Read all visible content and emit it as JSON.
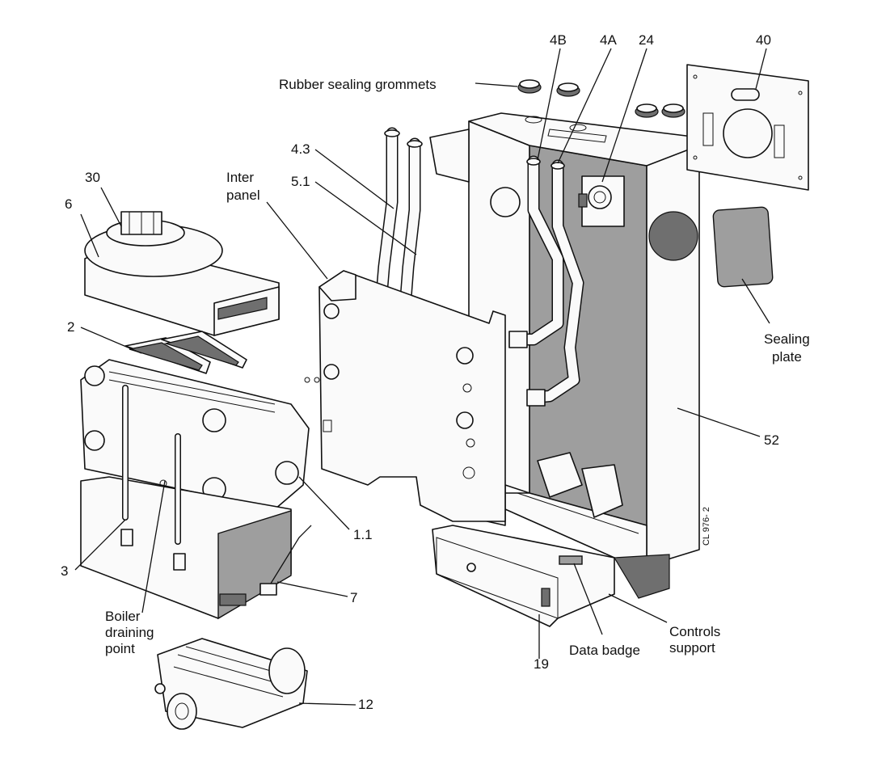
{
  "callouts": {
    "rubber_grommets": "Rubber sealing grommets",
    "c4B": "4B",
    "c4A": "4A",
    "c24": "24",
    "c40": "40",
    "c4_3": "4.3",
    "c5_1": "5.1",
    "inter_panel_line1": "Inter",
    "inter_panel_line2": "panel",
    "c30": "30",
    "c6": "6",
    "c2": "2",
    "sealing_plate_line1": "Sealing",
    "sealing_plate_line2": "plate",
    "c52": "52",
    "c1_1": "1.1",
    "c3": "3",
    "boiler_drain_line1": "Boiler",
    "boiler_drain_line2": "draining",
    "boiler_drain_line3": "point",
    "c7": "7",
    "controls_support_line1": "Controls",
    "controls_support_line2": "support",
    "data_badge": "Data badge",
    "c19": "19",
    "c12": "12",
    "drawing_ref": "CL 976- 2"
  }
}
